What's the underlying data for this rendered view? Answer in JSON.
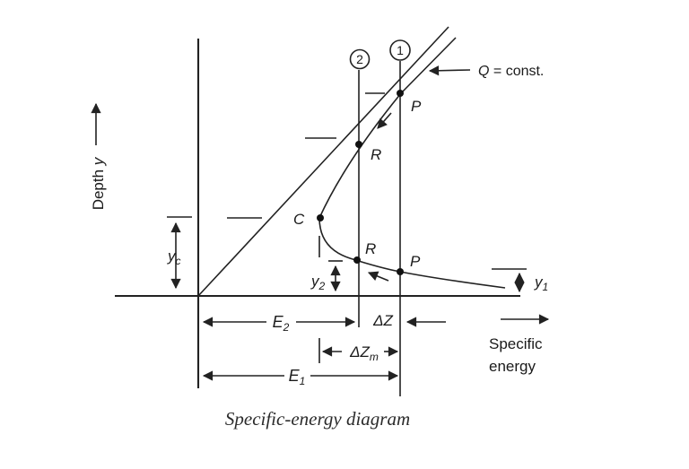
{
  "figure": {
    "caption": "Specific-energy diagram",
    "y_axis": {
      "word": "Depth ",
      "var": "y"
    },
    "x_axis": {
      "line1": "Specific",
      "line2": "energy"
    },
    "flow_label": {
      "var": "Q",
      "rest": " = const."
    },
    "sections": {
      "one": "1",
      "two": "2"
    },
    "points": {
      "p_upper": "P",
      "r_upper": "R",
      "c": "C",
      "r_lower": "R",
      "p_lower": "P"
    },
    "dims": {
      "yc_base": "y",
      "yc_sub": "c",
      "y2_base": "y",
      "y2_sub": "2",
      "y1_base": "y",
      "y1_sub": "1",
      "e2_base": "E",
      "e2_sub": "2",
      "e1_base": "E",
      "e1_sub": "1",
      "dz": "ΔZ",
      "dzm_base": "ΔZ",
      "dzm_sub": "m"
    },
    "colors": {
      "ink": "#222222",
      "background": "#ffffff"
    }
  }
}
